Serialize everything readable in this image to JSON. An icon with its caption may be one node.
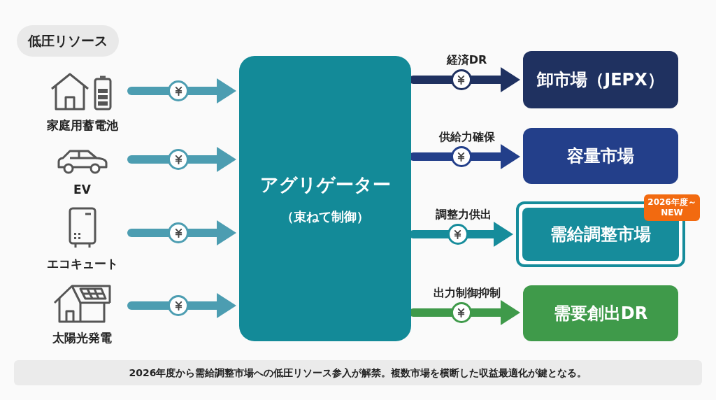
{
  "diagram": {
    "nodes": [
      {
        "text": [
          "家庭用蓄電池"
        ]
      },
      {
        "text": [
          "EV"
        ]
      },
      {
        "text": [
          "エコキュート"
        ]
      },
      {
        "text": [
          "太陽光発電"
        ]
      },
      {
        "text": [
          "アグリゲーター",
          "（束ねて制御）"
        ]
      },
      {
        "text": [
          "卸市場（JEPX）"
        ]
      },
      {
        "text": [
          "容量市場"
        ]
      },
      {
        "text": [
          "需給調整市場"
        ]
      },
      {
        "text": [
          "需要創出DR"
        ]
      },
      {
        "text": [
          "2026年度～ NEW"
        ]
      }
    ],
    "edges": [
      {
        "from": 0,
        "to": 4,
        "arrow": "to"
      },
      {
        "from": 1,
        "to": 4,
        "arrow": "to"
      },
      {
        "from": 2,
        "to": 4,
        "arrow": "to"
      },
      {
        "from": 3,
        "to": 4,
        "arrow": "to"
      },
      {
        "from": 4,
        "to": 5,
        "arrow": "to",
        "label": "経済DR",
        "color": "#1f3160"
      },
      {
        "from": 4,
        "to": 6,
        "arrow": "to",
        "label": "供給力確保",
        "color": "#233f8a"
      },
      {
        "from": 4,
        "to": 7,
        "arrow": "to",
        "label": "調整力供出",
        "color": "#168c9b"
      },
      {
        "from": 4,
        "to": 8,
        "arrow": "to",
        "label": "出力制御抑制",
        "color": "#3f9a4a"
      }
    ],
    "labels": [
      "低圧リソース",
      "2026年度から需給調整市場への低圧リソース参入が解禁。複数市場を横断した収益最適化が鍵となる。"
    ]
  }
}
